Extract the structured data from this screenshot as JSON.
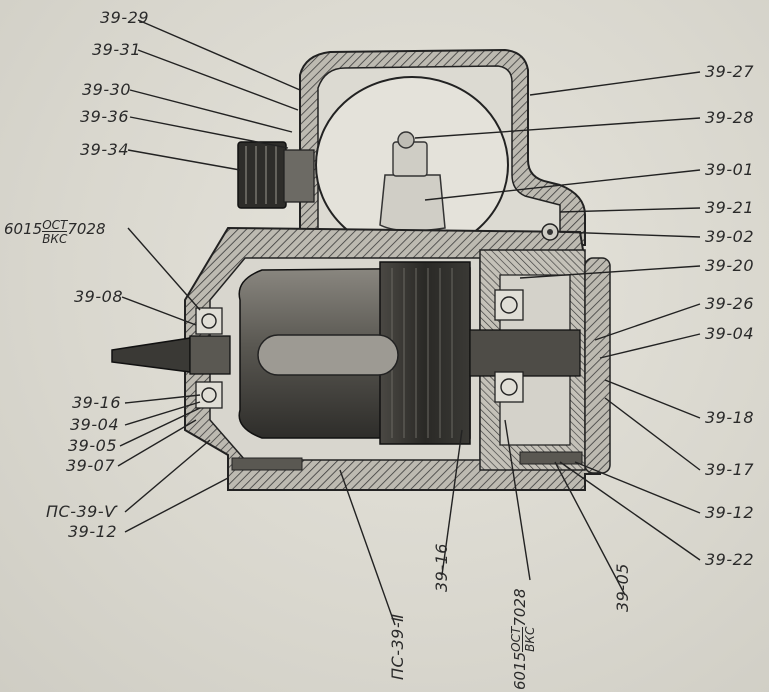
{
  "labels": {
    "l3929": "39-29",
    "l3931": "39-31",
    "l3930": "39-30",
    "l3936": "39-36",
    "l3934": "39-34",
    "l3908": "39-08",
    "l3916a": "39-16",
    "l3904a": "39-04",
    "l3905a": "39-05",
    "l3907": "39-07",
    "lps5": "ПС-39-Ѵ",
    "l3912a": "39-12",
    "l3927": "39-27",
    "l3928": "39-28",
    "l3901": "39-01",
    "l3921": "39-21",
    "l3902": "39-02",
    "l3920": "39-20",
    "l3926": "39-26",
    "l3904b": "39-04",
    "l3918": "39-18",
    "l3917": "39-17",
    "l3912b": "39-12",
    "l3922": "39-22",
    "lps2": "ПС-39-Ⅱ",
    "l3916b": "39-16",
    "l3905b": "39-05"
  },
  "bearing_left": {
    "prefix": "6015",
    "num": "ОСТ",
    "den": "ВКС",
    "suffix": "7028"
  },
  "bearing_bottom": {
    "prefix": "6015",
    "num": "ОСТ",
    "den": "ВКС",
    "suffix": "7028"
  }
}
